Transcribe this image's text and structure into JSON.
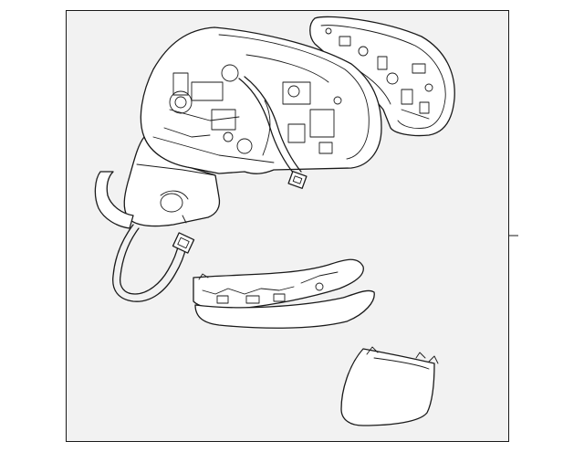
{
  "diagram": {
    "kind": "exploded-parts-view",
    "parts": [
      "mirror-assembly",
      "mirror-glass",
      "wiring-harness",
      "turn-signal-lamp",
      "mirror-cover"
    ],
    "colors": {
      "line": "#1a1a1a",
      "background": "#ffffff",
      "panel": "#f2f2f2"
    }
  }
}
